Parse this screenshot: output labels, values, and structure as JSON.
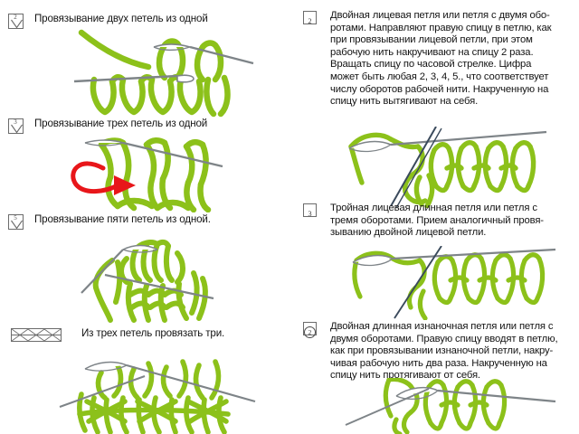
{
  "page": {
    "title": "Условные обозначения вязания — провязывание нескольких петель из одной",
    "background_color": "#ffffff",
    "yarn_color": "#a4d02a",
    "yarn_outline_color": "#8cc11a",
    "needle_color": "#7e8488",
    "arrow_color": "#e8161a",
    "symbol_border_color": "#6b6b6b",
    "text_color": "#141414"
  },
  "left_column": {
    "entries": [
      {
        "symbol": {
          "name": "box-2-with-chevron",
          "kind": "v-box",
          "number": "2"
        },
        "text": "Провязывание двух петель из одной",
        "illustration": "two-from-one-stitch-diagram",
        "has_arrow": false
      },
      {
        "symbol": {
          "name": "box-3-with-chevron",
          "kind": "v-box",
          "number": "3"
        },
        "text": "Провязывание трех петель из одной",
        "illustration": "three-from-one-stitch-diagram",
        "has_arrow": true
      },
      {
        "symbol": {
          "name": "box-5-with-chevron",
          "kind": "v-box",
          "number": "5"
        },
        "text": "Провязывание пяти петель из одной.",
        "illustration": "five-from-one-stitch-diagram",
        "has_arrow": false
      },
      {
        "symbol": {
          "name": "wide-box-crossed-three-cells",
          "kind": "wide-crossed",
          "number": ""
        },
        "text": "Из трех петель провязать три.",
        "illustration": "three-from-three-stitch-diagram",
        "has_arrow": false
      }
    ]
  },
  "right_column": {
    "entries": [
      {
        "symbol": {
          "name": "box-2-plain",
          "kind": "plain-box",
          "number": "2"
        },
        "text": "Двойная лицевая петля или петля с двумя обо-\nротами. Направляют правую спицу в петлю, как\nпри провязывании лицевой петли, при этом\nрабочую нить накручивают на спицу 2 раза.\nВращать спицу по часовой стрелке. Цифра\nможет быть любая 2, 3, 4, 5., что соответствует\nчислу оборотов рабочей нити. Накрученную на\nспицу нить вытягивают на себя.",
        "illustration": "double-knit-stitch-diagram"
      },
      {
        "symbol": {
          "name": "box-3-plain",
          "kind": "plain-box",
          "number": "3"
        },
        "text": "Тройная лицевая длинная петля или петля с\nтремя оборотами. Прием аналогичный провя-\nзыванию двойной лицевой петли.",
        "illustration": "triple-knit-stitch-diagram"
      },
      {
        "symbol": {
          "name": "box-2-circled",
          "kind": "circled-box",
          "number": "2"
        },
        "text": "Двойная длинная изнаночная петля или петля с\nдвумя оборотами. Правую спицу вводят в петлю,\nкак при провязывании изнаночной петли, накру-\nчивая рабочую нить два раза. Накрученную на\nспицу нить протягивают от себя.",
        "illustration": "double-purl-stitch-diagram"
      }
    ]
  }
}
